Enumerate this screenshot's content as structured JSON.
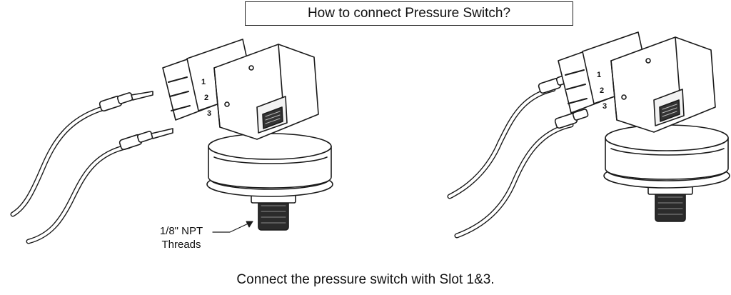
{
  "title": "How to connect Pressure Switch?",
  "caption": "Connect the pressure switch with Slot 1&3.",
  "callout": {
    "line1": "1/8\" NPT",
    "line2": "Threads"
  },
  "terminal_numbers": [
    "1",
    "2",
    "3"
  ]
}
